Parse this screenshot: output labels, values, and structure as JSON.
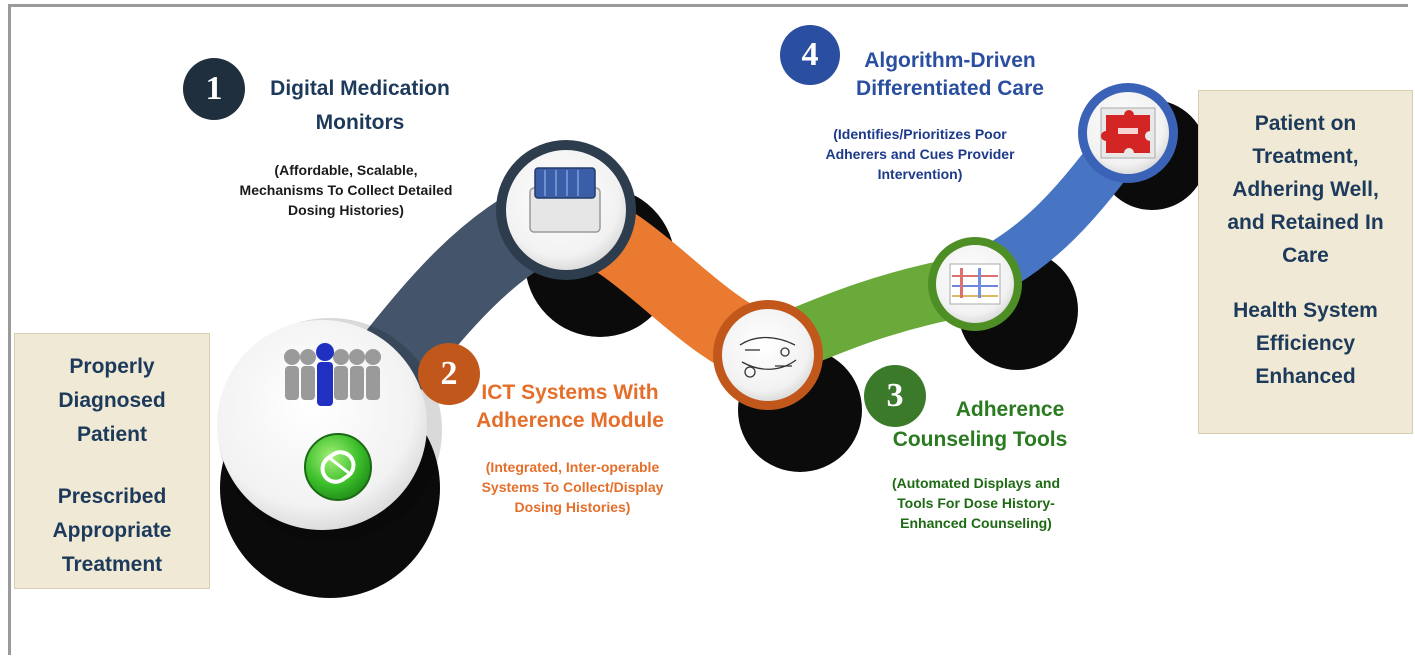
{
  "left_box": {
    "line1": "Properly",
    "line2": "Diagnosed",
    "line3": "Patient",
    "line4": "Prescribed",
    "line5": "Appropriate",
    "line6": "Treatment"
  },
  "right_box": {
    "line1": "Patient on",
    "line2": "Treatment,",
    "line3": "Adhering Well,",
    "line4": "and Retained In",
    "line5": "Care",
    "line6": "Health System",
    "line7": "Efficiency",
    "line8": "Enhanced"
  },
  "steps": [
    {
      "number": "1",
      "title_line1": "Digital Medication",
      "title_line2": "Monitors",
      "desc_line1": "(Affordable, Scalable,",
      "desc_line2": "Mechanisms To Collect Detailed",
      "desc_line3": "Dosing Histories)",
      "color": "#1f2f3d",
      "icon": "pill-box-icon"
    },
    {
      "number": "2",
      "title_line1": "ICT Systems With",
      "title_line2": "Adherence Module",
      "desc_line1": "(Integrated, Inter-operable",
      "desc_line2": "Systems To Collect/Display",
      "desc_line3": "Dosing Histories)",
      "color": "#e46f2b",
      "icon": "workflow-diagram-icon"
    },
    {
      "number": "3",
      "title_line1": "Adherence",
      "title_line2": "Counseling Tools",
      "desc_line1": "(Automated Displays and",
      "desc_line2": "Tools For Dose History-",
      "desc_line3": "Enhanced Counseling)",
      "color": "#2a7a1f",
      "icon": "dose-chart-icon"
    },
    {
      "number": "4",
      "title_line1": "Algorithm-Driven",
      "title_line2": "Differentiated Care",
      "desc_line1": "(Identifies/Prioritizes Poor",
      "desc_line2": "Adherers and Cues Provider",
      "desc_line3": "Intervention)",
      "color": "#2b4fa0",
      "icon": "puzzle-icon"
    }
  ],
  "colors": {
    "path_slate": "#44546a",
    "path_orange": "#ea7a30",
    "path_green": "#6aaa3a",
    "path_blue": "#4775c4",
    "box_fill": "#efe9d6",
    "box_text": "#1d3a5a"
  }
}
